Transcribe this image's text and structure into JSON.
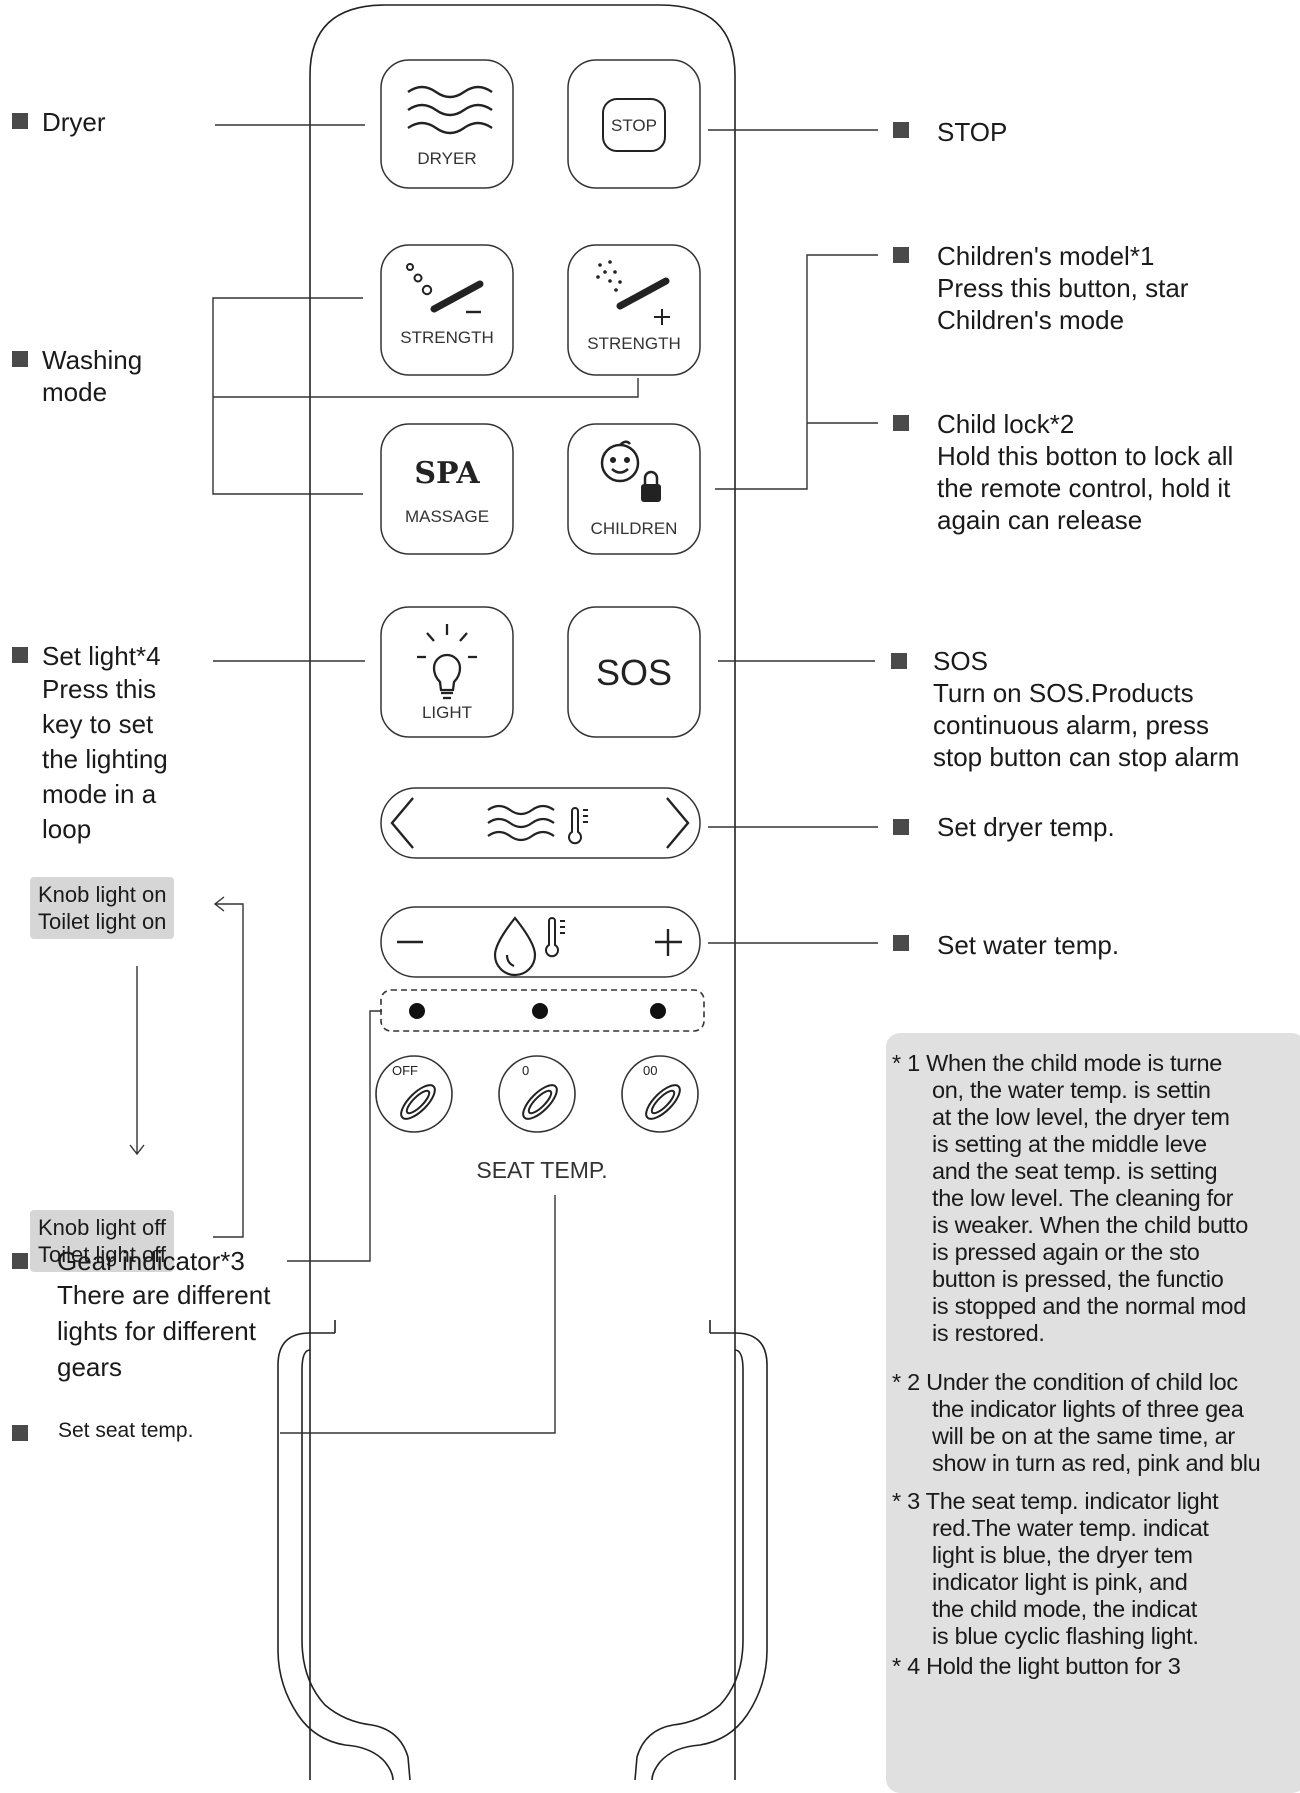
{
  "remote": {
    "buttons": {
      "dryer": "DRYER",
      "stop": "STOP",
      "strength_minus": "STRENGTH",
      "strength_plus": "STRENGTH",
      "spa_title": "SPA",
      "spa_sub": "MASSAGE",
      "children": "CHILDREN",
      "light": "LIGHT",
      "sos": "SOS",
      "seat_off": "OFF",
      "seat_low": "0",
      "seat_high": "00",
      "seat_temp": "SEAT TEMP."
    }
  },
  "labels": {
    "dryer": "Dryer",
    "washing_mode": [
      "Washing",
      "mode"
    ],
    "set_light": "Set light*4",
    "set_light_desc": [
      "Press this",
      "key to set",
      "the lighting",
      "mode in a",
      "loop"
    ],
    "state_on": [
      "Knob light on",
      "Toilet light on"
    ],
    "state_off": [
      "Knob light off",
      "Toilet light off"
    ],
    "gear_indicator": "Gear indicator*3",
    "gear_desc": [
      "There are different",
      "lights for different",
      "gears"
    ],
    "set_seat_temp": "Set seat temp.",
    "stop": "STOP",
    "children_model": "Children's model*1",
    "children_model_desc": [
      "Press this button, star",
      "Children's mode"
    ],
    "child_lock": "Child lock*2",
    "child_lock_desc": [
      "Hold this botton to lock all",
      "the remote control, hold it",
      "again can release"
    ],
    "sos": "SOS",
    "sos_desc": [
      "Turn on SOS.Products",
      "continuous alarm, press",
      "stop button can stop alarm"
    ],
    "set_dryer_temp": "Set dryer temp.",
    "set_water_temp": "Set water temp."
  },
  "notes": [
    {
      "first": "* 1 When the child mode is turne",
      "rest": [
        "on, the water temp. is settin",
        "at the low level, the dryer tem",
        "is setting at the middle leve",
        "and the seat temp. is setting",
        "the low level. The cleaning for",
        "is weaker. When the child butto",
        "is pressed again or the sto",
        "button is pressed, the functio",
        "is stopped and the normal mod",
        "is restored."
      ]
    },
    {
      "first": "* 2 Under the condition of child loc",
      "rest": [
        "the indicator lights of three gea",
        "will be on at the same time, ar",
        "show in turn as red, pink and blu"
      ]
    },
    {
      "first": "* 3 The seat temp. indicator light",
      "rest": [
        "red.The water temp. indicat",
        "light is blue, the dryer tem",
        "indicator light is pink, and",
        "the child mode, the indicat",
        "is blue cyclic flashing light."
      ]
    },
    {
      "first": "* 4 Hold the light button for 3",
      "rest": []
    }
  ]
}
